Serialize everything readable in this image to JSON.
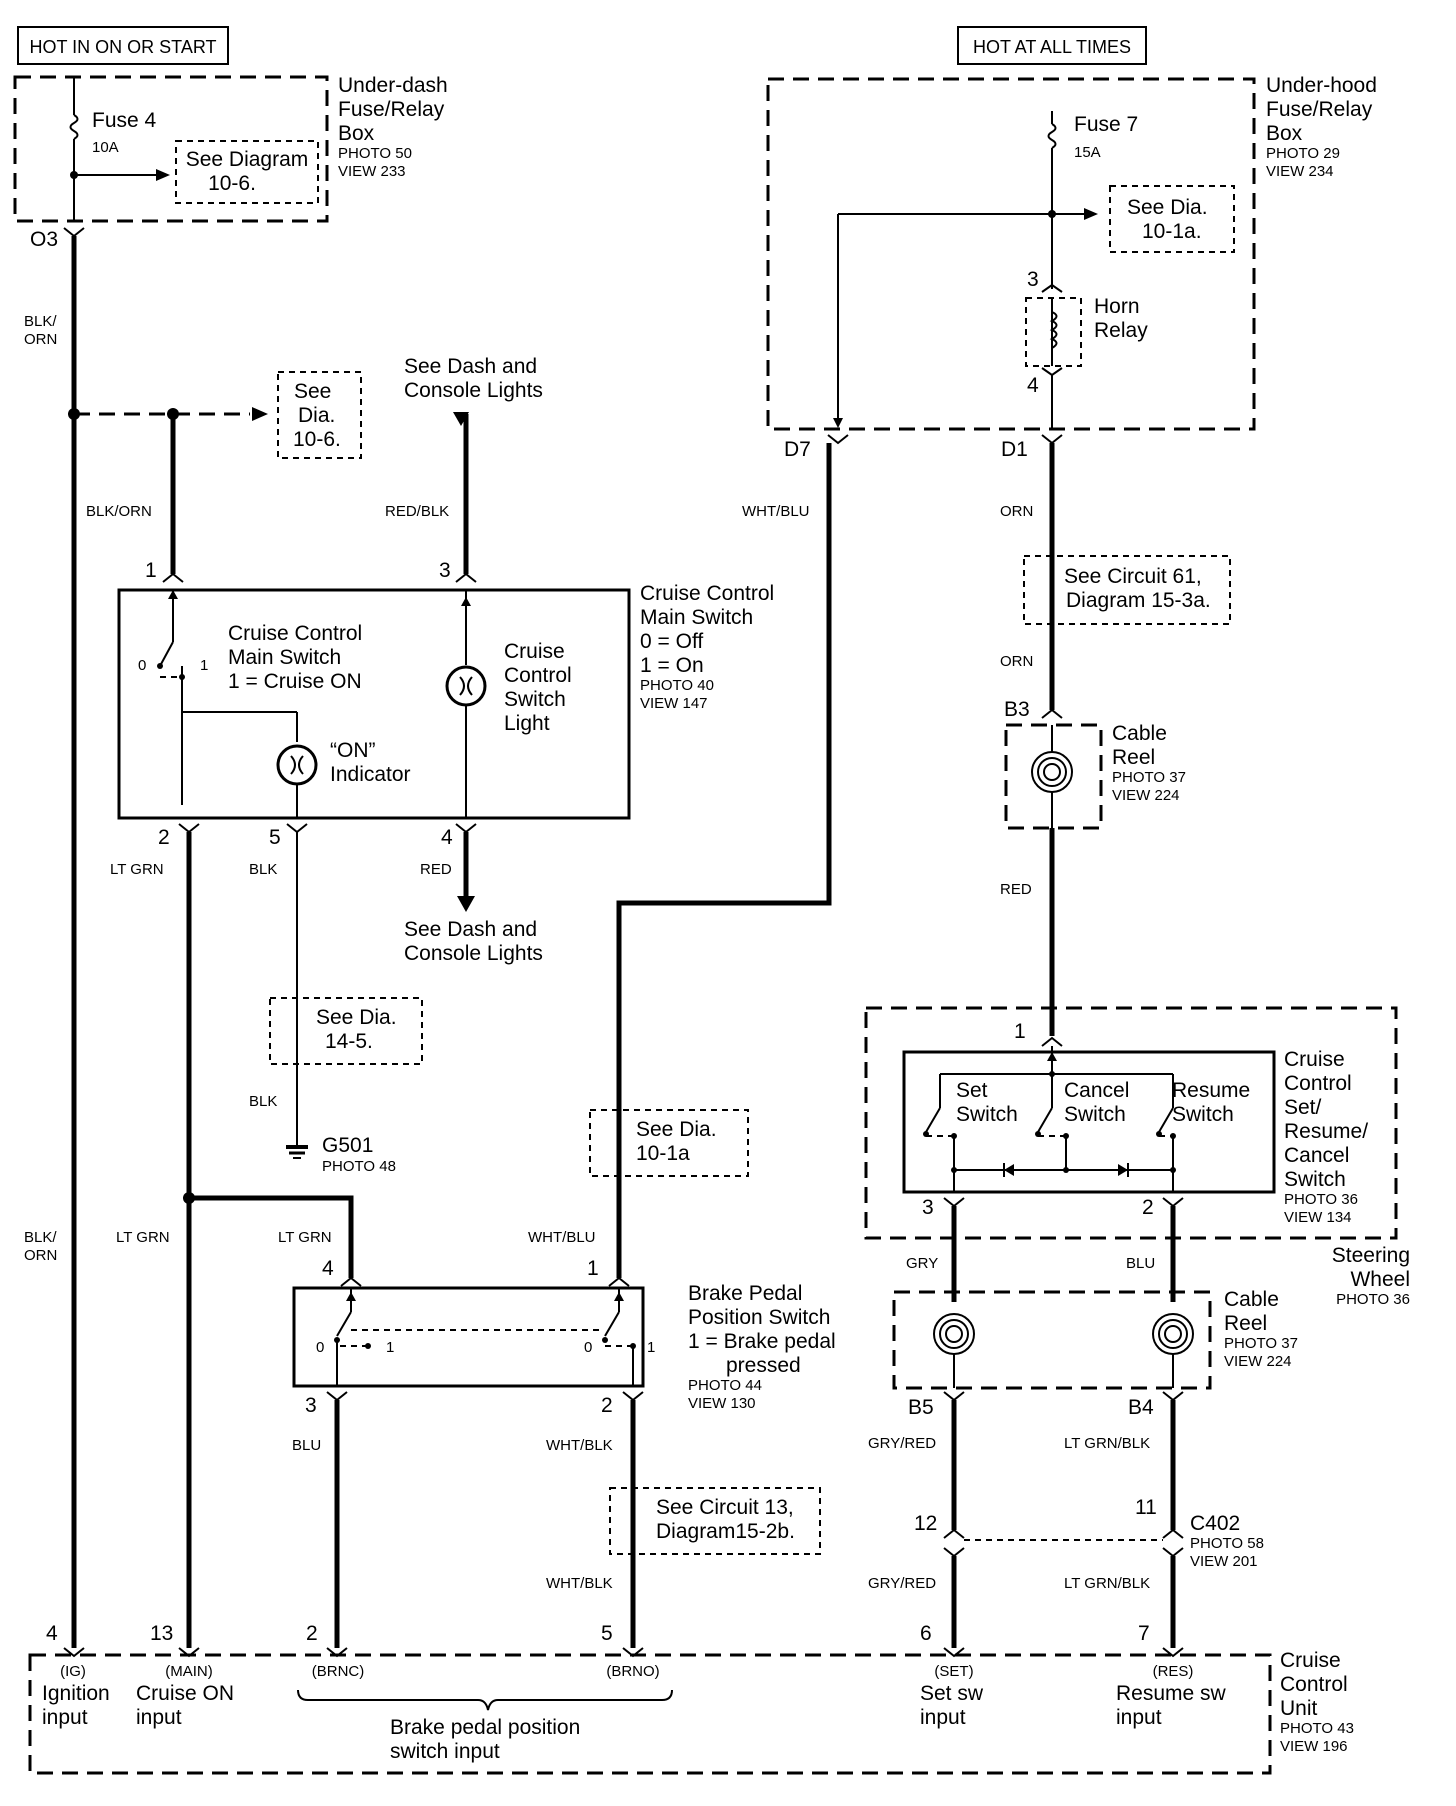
{
  "colors": {
    "ink": "#000000",
    "paper": "#ffffff"
  },
  "headers": {
    "hot_in_on_or_start": "HOT IN ON OR START",
    "hot_at_all_times": "HOT AT ALL TIMES"
  },
  "under_dash_box": {
    "name_line1": "Under-dash",
    "name_line2": "Fuse/Relay",
    "name_line3": "Box",
    "photo": "PHOTO 50",
    "view": "VIEW 233",
    "fuse_name": "Fuse 4",
    "fuse_rating": "10A",
    "ref_line1": "See Diagram",
    "ref_line2": "10-6.",
    "terminal": "O3"
  },
  "under_hood_box": {
    "name_line1": "Under-hood",
    "name_line2": "Fuse/Relay",
    "name_line3": "Box",
    "photo": "PHOTO 29",
    "view": "VIEW 234",
    "fuse_name": "Fuse 7",
    "fuse_rating": "15A",
    "ref_line1": "See Dia.",
    "ref_line2": "10-1a.",
    "relay_line1": "Horn",
    "relay_line2": "Relay",
    "relay_pin_in": "3",
    "relay_pin_out": "4",
    "terminal_left": "D7",
    "terminal_right": "D1"
  },
  "refs": {
    "dia_10_6": {
      "l1": "See",
      "l2": "Dia.",
      "l3": "10-6."
    },
    "dash_top": {
      "l1": "See Dash and",
      "l2": "Console Lights"
    },
    "dash_bottom": {
      "l1": "See Dash and",
      "l2": "Console Lights"
    },
    "dia_14_5": {
      "l1": "See Dia.",
      "l2": "14-5."
    },
    "dia_10_1a": {
      "l1": "See Dia.",
      "l2": "10-1a"
    },
    "circuit_61": {
      "l1": "See Circuit 61,",
      "l2": "Diagram 15-3a."
    },
    "circuit_13": {
      "l1": "See Circuit 13,",
      "l2": "Diagram15-2b."
    }
  },
  "wires": {
    "blk_orn_top_l1": "BLK/",
    "blk_orn_top_l2": "ORN",
    "blk_orn_branch": "BLK/ORN",
    "red_blk": "RED/BLK",
    "wht_blu_top": "WHT/BLU",
    "orn_1": "ORN",
    "orn_2": "ORN",
    "lt_grn_1": "LT GRN",
    "blk_1": "BLK",
    "red_1": "RED",
    "blk_2": "BLK",
    "red_2": "RED",
    "blk_orn_low_l1": "BLK/",
    "blk_orn_low_l2": "ORN",
    "lt_grn_2": "LT GRN",
    "lt_grn_3": "LT GRN",
    "wht_blu_low": "WHT/BLU",
    "gry": "GRY",
    "blu_right": "BLU",
    "blu_left": "BLU",
    "wht_blk_1": "WHT/BLK",
    "wht_blk_2": "WHT/BLK",
    "gry_red_1": "GRY/RED",
    "gry_red_2": "GRY/RED",
    "lt_grn_blk_1": "LT GRN/BLK",
    "lt_grn_blk_2": "LT GRN/BLK"
  },
  "main_switch": {
    "title_l1": "Cruise Control",
    "title_l2": "Main Switch",
    "state0": "0 = Off",
    "state1": "1 = On",
    "photo": "PHOTO 40",
    "view": "VIEW 147",
    "sw_l1": "Cruise Control",
    "sw_l2": "Main Switch",
    "sw_l3": "1 = Cruise ON",
    "pos0": "0",
    "pos1": "1",
    "light_l1": "Cruise",
    "light_l2": "Control",
    "light_l3": "Switch",
    "light_l4": "Light",
    "ind_l1": "“ON”",
    "ind_l2": "Indicator",
    "pin1": "1",
    "pin2": "2",
    "pin3": "3",
    "pin4": "4",
    "pin5": "5"
  },
  "ground": {
    "name": "G501",
    "photo": "PHOTO 48"
  },
  "cable_reel_top": {
    "pin": "B3",
    "name_l1": "Cable",
    "name_l2": "Reel",
    "photo": "PHOTO 37",
    "view": "VIEW 224"
  },
  "set_resume": {
    "title_l1": "Cruise",
    "title_l2": "Control",
    "title_l3": "Set/",
    "title_l4": "Resume/",
    "title_l5": "Cancel",
    "title_l6": "Switch",
    "photo": "PHOTO 36",
    "view": "VIEW 134",
    "set_l1": "Set",
    "set_l2": "Switch",
    "cancel_l1": "Cancel",
    "cancel_l2": "Switch",
    "resume_l1": "Resume",
    "resume_l2": "Switch",
    "pin1": "1",
    "pin2": "2",
    "pin3": "3"
  },
  "steering_wheel": {
    "l1": "Steering",
    "l2": "Wheel",
    "photo": "PHOTO 36"
  },
  "cable_reel_bottom": {
    "name_l1": "Cable",
    "name_l2": "Reel",
    "photo": "PHOTO 37",
    "view": "VIEW 224",
    "pin_left": "B5",
    "pin_right": "B4"
  },
  "brake_switch": {
    "title_l1": "Brake Pedal",
    "title_l2": "Position Switch",
    "title_l3": "1 = Brake pedal",
    "title_l4": "pressed",
    "photo": "PHOTO 44",
    "view": "VIEW 130",
    "pin1": "1",
    "pin2": "2",
    "pin3": "3",
    "pin4": "4",
    "pos0a": "0",
    "pos1a": "1",
    "pos0b": "0",
    "pos1b": "1"
  },
  "c402": {
    "name": "C402",
    "photo": "PHOTO 58",
    "view": "VIEW 201",
    "pin12": "12",
    "pin11": "11"
  },
  "ecu": {
    "title_l1": "Cruise",
    "title_l2": "Control",
    "title_l3": "Unit",
    "photo": "PHOTO 43",
    "view": "VIEW 196",
    "pins": {
      "p4": "4",
      "p13": "13",
      "p2": "2",
      "p5": "5",
      "p6": "6",
      "p7": "7"
    },
    "ig_code": "(IG)",
    "ig_l1": "Ignition",
    "ig_l2": "input",
    "main_code": "(MAIN)",
    "main_l1": "Cruise ON",
    "main_l2": "input",
    "brnc_code": "(BRNC)",
    "brno_code": "(BRNO)",
    "brake_l1": "Brake pedal position",
    "brake_l2": "switch input",
    "set_code": "(SET)",
    "set_l1": "Set sw",
    "set_l2": "input",
    "res_code": "(RES)",
    "res_l1": "Resume sw",
    "res_l2": "input"
  }
}
